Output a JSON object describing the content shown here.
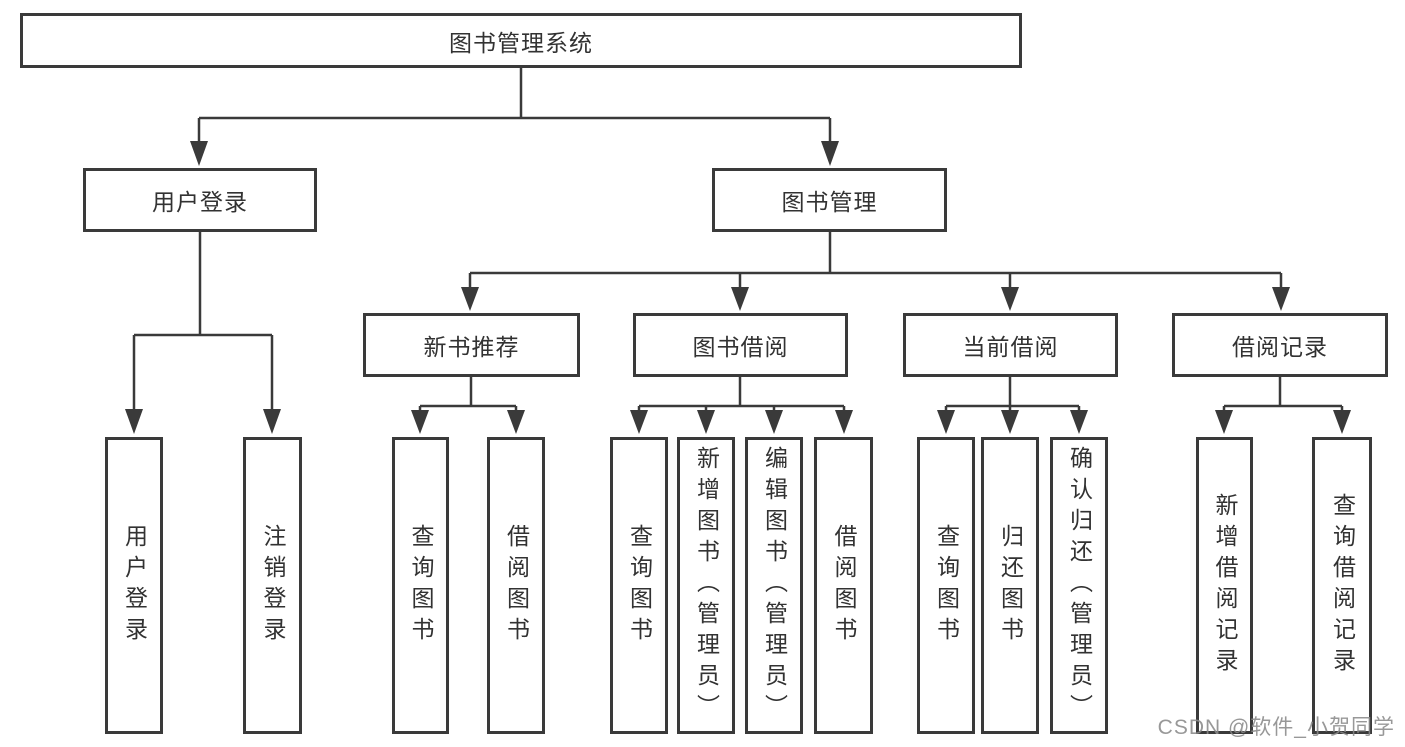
{
  "diagram": {
    "root": {
      "label": "图书管理系统"
    },
    "branches": [
      {
        "label": "用户登录",
        "children": [
          {
            "label": "用户登录"
          },
          {
            "label": "注销登录"
          }
        ]
      },
      {
        "label": "图书管理",
        "children": [
          {
            "label": "新书推荐",
            "children": [
              {
                "label": "查询图书"
              },
              {
                "label": "借阅图书"
              }
            ]
          },
          {
            "label": "图书借阅",
            "children": [
              {
                "label": "查询图书"
              },
              {
                "label": "新增图书（管理员）"
              },
              {
                "label": "编辑图书（管理员）"
              },
              {
                "label": "借阅图书"
              }
            ]
          },
          {
            "label": "当前借阅",
            "children": [
              {
                "label": "查询图书"
              },
              {
                "label": "归还图书"
              },
              {
                "label": "确认归还（管理员）"
              }
            ]
          },
          {
            "label": "借阅记录",
            "children": [
              {
                "label": "新增借阅记录"
              },
              {
                "label": "查询借阅记录"
              }
            ]
          }
        ]
      }
    ],
    "watermark": "CSDN @软件_小贺同学",
    "colors": {
      "line": "#3a3a3a",
      "text": "#323232",
      "background": "#ffffff",
      "watermark": "#8a8a8a"
    }
  }
}
